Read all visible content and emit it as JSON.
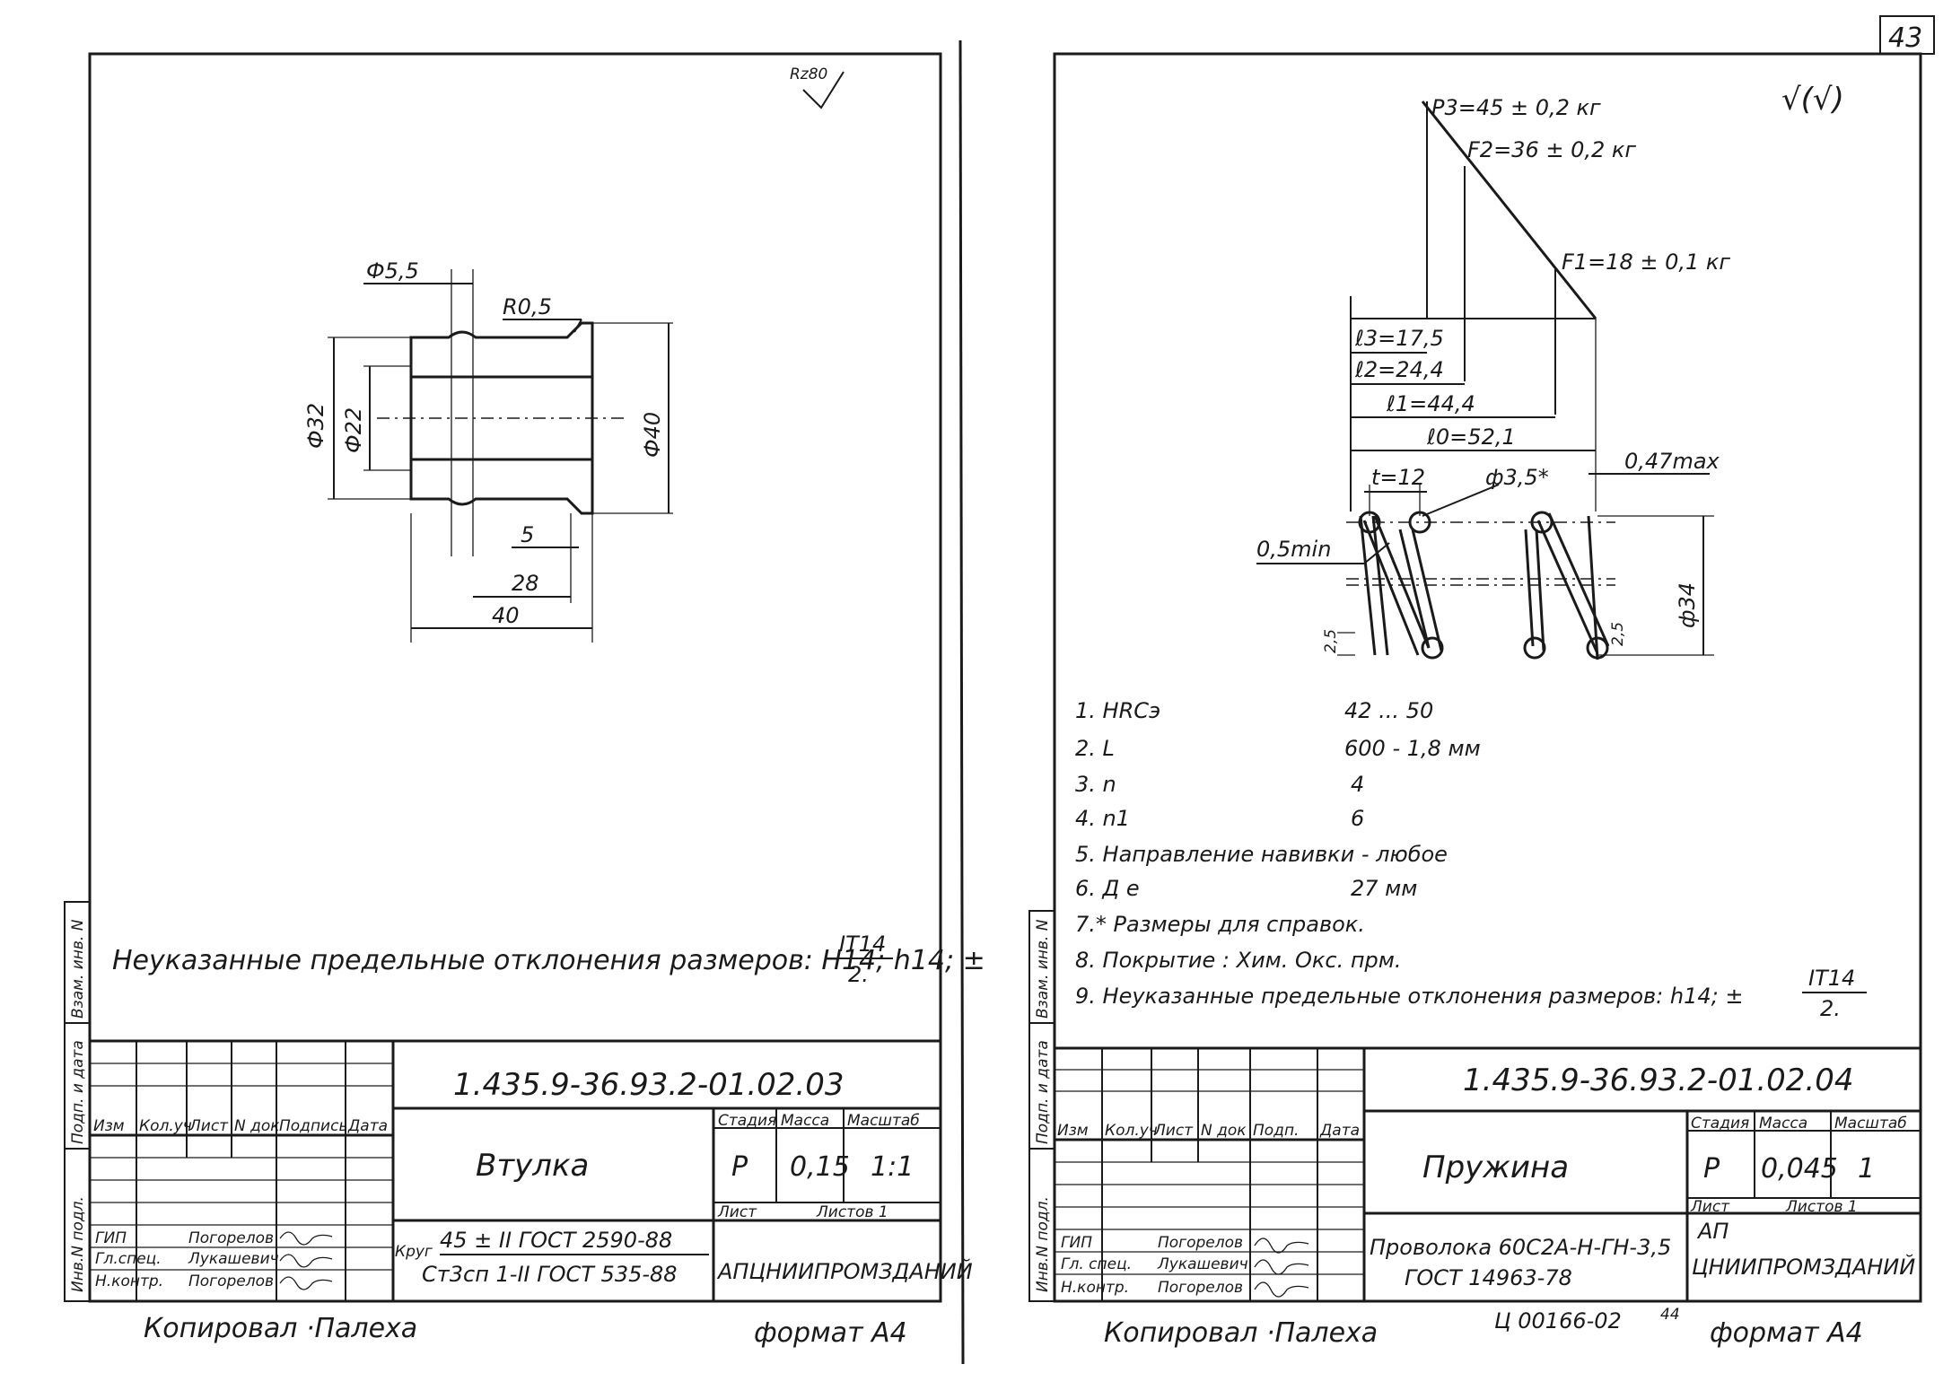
{
  "page_number": "43",
  "left_sheet": {
    "roughness": "Rz80",
    "dims": {
      "d_hole": "Ф5,5",
      "radius": "R0,5",
      "d32": "Ф32",
      "d22": "Ф22",
      "d40": "Ф40",
      "l5": "5",
      "l28": "28",
      "l40": "40"
    },
    "note": "Неуказанные предельные отклонения размеров: H14; h14; ±",
    "note_frac_num": "IT14",
    "note_frac_den": "2.",
    "designation": "1.435.9-36.93.2-01.02.03",
    "name": "Втулка",
    "stage_label": "Стадия",
    "mass_label": "Масса",
    "scale_label": "Масштаб",
    "stage": "Р",
    "mass": "0,15",
    "scale": "1:1",
    "sheet_label": "Лист",
    "sheets_label": "Листов 1",
    "material_line1": "45 ± II ГОСТ 2590-88",
    "material_prefix": "Круг",
    "material_line2": "Ст3сп 1-II ГОСТ 535-88",
    "org": "АПЦНИИПРОМЗДАНИЙ",
    "header_cols": [
      "Изм",
      "Кол.уч",
      "Лист",
      "N док",
      "Подпись",
      "Дата"
    ],
    "roles": [
      "ГИП",
      "Гл.спец.",
      "Н.контр."
    ],
    "names": [
      "Погорелов",
      "Лукашевич",
      "Погорелов"
    ],
    "side_labels": [
      "Инв.N подл.",
      "Подп. и дата",
      "Взам. инв. N"
    ],
    "copied": "Копировал ·Палеха",
    "format": "формат А4"
  },
  "right_sheet": {
    "roughness": "√(√)",
    "forces": {
      "p3": "P3=45 ± 0,2 кг",
      "f2": "F2=36 ± 0,2 кг",
      "f1": "F1=18 ± 0,1 кг"
    },
    "lengths": {
      "l3": "ℓ3=17,5",
      "l2": "ℓ2=24,4",
      "l1": "ℓ1=44,4",
      "l0": "ℓ0=52,1"
    },
    "dims": {
      "t": "t=12",
      "wire": "ф3,5*",
      "max": "0,47max",
      "min": "0,5min",
      "d34": "ф34",
      "end_l": "2,5",
      "end_r": "2,5"
    },
    "specs": [
      {
        "n": "1. HRCэ",
        "v": "42 ... 50"
      },
      {
        "n": "2. L",
        "v": "600 - 1,8 мм"
      },
      {
        "n": "3. n",
        "v": "4"
      },
      {
        "n": "4. n1",
        "v": "6"
      }
    ],
    "notes": [
      "5. Направление навивки - любое",
      "6. Д е",
      "7.* Размеры для справок.",
      "8. Покрытие :  Хим. Окс. прм.",
      "9. Неуказанные предельные отклонения размеров: h14; ±"
    ],
    "note6_value": "27 мм",
    "note9_frac_num": "IT14",
    "note9_frac_den": "2.",
    "designation": "1.435.9-36.93.2-01.02.04",
    "name": "Пружина",
    "stage_label": "Стадия",
    "mass_label": "Масса",
    "scale_label": "Масштаб",
    "stage": "Р",
    "mass": "0,045",
    "scale": "1",
    "sheet_label": "Лист",
    "sheets_label": "Листов 1",
    "material_line1": "Проволока 60С2А-Н-ГН-3,5",
    "material_line2": "ГОСТ 14963-78",
    "org_line1": "АП",
    "org_line2": "ЦНИИПРОМЗДАНИЙ",
    "header_cols": [
      "Изм",
      "Кол.уч",
      "Лист",
      "N док",
      "Подп.",
      "Дата"
    ],
    "roles": [
      "ГИП",
      "Гл. спец.",
      "Н.контр."
    ],
    "names": [
      "Погорелов",
      "Лукашевич",
      "Погорелов"
    ],
    "side_labels": [
      "Инв.N подл.",
      "Подп. и дата",
      "Взам. инв. N"
    ],
    "copied": "Копировал ·Палеха",
    "format": "формат А4",
    "stamp": "Ц 00166-02",
    "stamp_page": "44"
  }
}
